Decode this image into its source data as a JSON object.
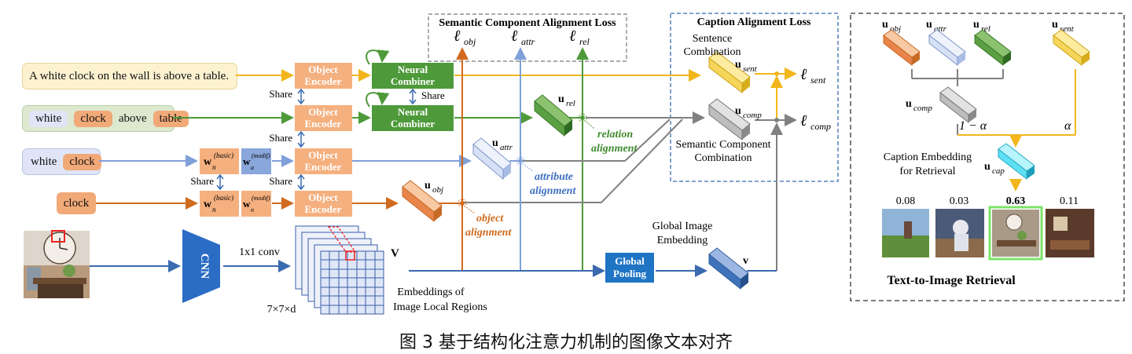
{
  "figure": {
    "caption": "图 3  基于结构化注意力机制的图像文本对齐"
  },
  "inputs": {
    "sentence": "A white clock on the wall is above a table.",
    "relation": {
      "w1": "white",
      "w2": "clock",
      "w3": "above",
      "w4": "table"
    },
    "attribute": {
      "w1": "white",
      "w2": "clock"
    },
    "object": {
      "w1": "clock"
    }
  },
  "modules": {
    "object_encoder_l1": "Object",
    "object_encoder_l2": "Encoder",
    "neural_combiner_l1": "Neural",
    "neural_combiner_l2": "Combiner",
    "share": "Share",
    "cnn": "CNN",
    "conv": "1x1 conv",
    "global_pooling_l1": "Global",
    "global_pooling_l2": "Pooling",
    "global_image_embedding_l1": "Global Image",
    "global_image_embedding_l2": "Embedding",
    "embeddings_local_l1": "Embeddings of",
    "embeddings_local_l2": "Image Local Regions",
    "dims": "7×7×d",
    "V": "V",
    "v": "v"
  },
  "vectors": {
    "u_sent": "sent",
    "u_comp": "comp",
    "u_rel": "rel",
    "u_attr": "attr",
    "u_obj": "obj",
    "u_cap": "cap",
    "w_basic": "(basic)",
    "w_modif": "(modif)",
    "w_sub_n": "n",
    "w_sub_a": "a"
  },
  "alignment": {
    "object_l1": "object",
    "object_l2": "alignment",
    "attribute_l1": "attribute",
    "attribute_l2": "alignment",
    "relation_l1": "relation",
    "relation_l2": "alignment"
  },
  "losses": {
    "semantic_title": "Semantic Component Alignment Loss",
    "caption_title": "Caption Alignment Loss",
    "l_obj": "obj",
    "l_attr": "attr",
    "l_rel": "rel",
    "l_sent": "sent",
    "l_comp": "comp",
    "sentence_comb_l1": "Sentence",
    "sentence_comb_l2": "Combination",
    "semantic_comb_l1": "Semantic Component",
    "semantic_comb_l2": "Combination"
  },
  "retrieval": {
    "one_minus_alpha": "1 − α",
    "alpha": "α",
    "caption_embed_l1": "Caption Embedding",
    "caption_embed_l2": "for Retrieval",
    "title": "Text-to-Image Retrieval",
    "scores": [
      "0.08",
      "0.03",
      "0.63",
      "0.11"
    ]
  },
  "colors": {
    "yellow": "#f2b61c",
    "green": "#4e9a3a",
    "blue": "#7fa0d8",
    "orange": "#d06a1e",
    "gray": "#808080",
    "encoder": "#f5b07f",
    "combiner": "#4e9a3a",
    "pool": "#1f74c4",
    "cnn": "#2b6cc4",
    "dash": "#3a6ab0"
  }
}
